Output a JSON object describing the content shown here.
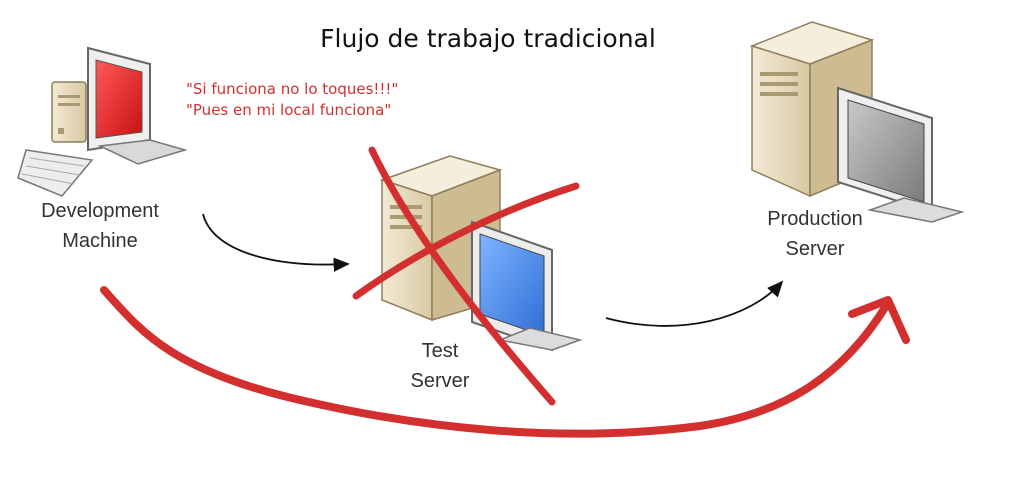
{
  "title": "Flujo de trabajo tradicional",
  "quotes": [
    "\"Si funciona no lo toques!!!\"",
    "\"Pues en mi local funciona\""
  ],
  "nodes": {
    "development": {
      "line1": "Development",
      "line2": "Machine",
      "icon": "desktop-computer-icon"
    },
    "test": {
      "line1": "Test",
      "line2": "Server",
      "icon": "server-tower-icon",
      "crossed_out": true
    },
    "production": {
      "line1": "Production",
      "line2": "Server",
      "icon": "server-tower-icon"
    }
  },
  "colors": {
    "annotation": "#d32f2f",
    "dev_screen": "#e32020",
    "test_screen": "#4d8fe8",
    "prod_screen": "#9a9a9a",
    "case": "#e8dcc0"
  }
}
